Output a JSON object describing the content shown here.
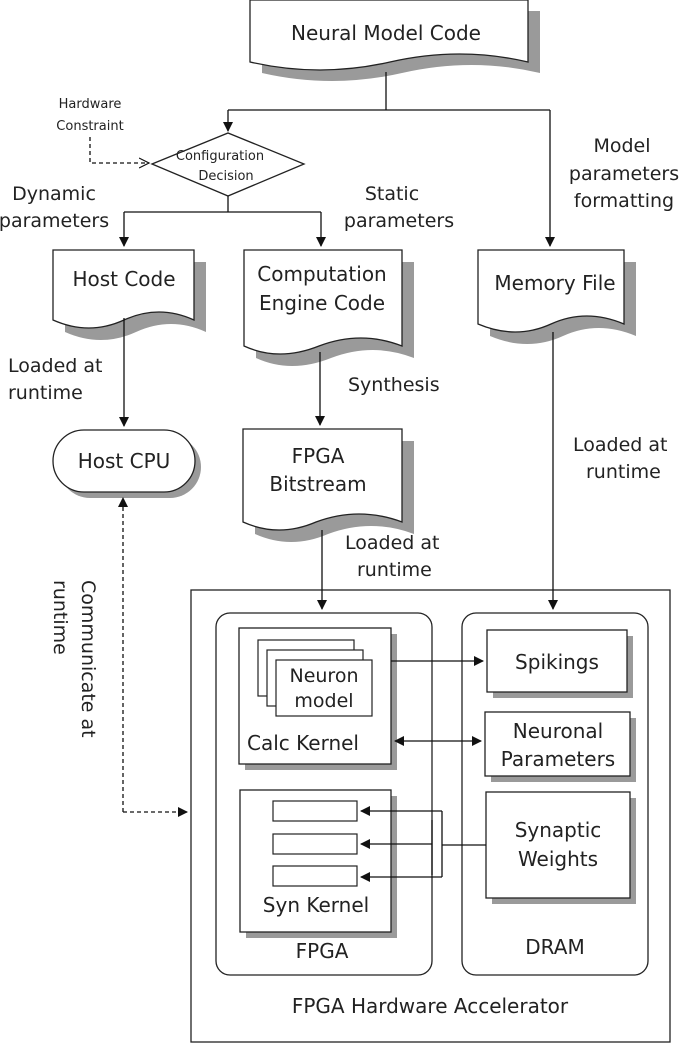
{
  "nodes": {
    "neural_model_code": "Neural Model Code",
    "hardware_constraint": [
      "Hardware",
      "Constraint"
    ],
    "configuration_decision": [
      "Configuration",
      "Decision"
    ],
    "host_code": "Host Code",
    "computation_engine_code": [
      "Computation",
      "Engine Code"
    ],
    "memory_file": "Memory File",
    "host_cpu": "Host CPU",
    "fpga_bitstream": [
      "FPGA",
      "Bitstream"
    ],
    "fpga_hardware_accelerator": "FPGA Hardware Accelerator",
    "fpga": "FPGA",
    "dram": "DRAM",
    "neuron_model": [
      "Neuron",
      "model"
    ],
    "calc_kernel": "Calc Kernel",
    "syn_kernel": "Syn Kernel",
    "spikings": "Spikings",
    "neuronal_parameters": [
      "Neuronal",
      "Parameters"
    ],
    "synaptic_weights": [
      "Synaptic",
      "Weights"
    ]
  },
  "edge_labels": {
    "dynamic_parameters": [
      "Dynamic",
      "parameters"
    ],
    "static_parameters": [
      "Static",
      "parameters"
    ],
    "model_parameters_formatting": [
      "Model",
      "parameters",
      "formatting"
    ],
    "host_loaded_at_runtime": [
      "Loaded at",
      "runtime"
    ],
    "synthesis": "Synthesis",
    "memory_loaded_at_runtime": [
      "Loaded at",
      "runtime"
    ],
    "bitstream_loaded_at_runtime": [
      "Loaded at",
      "runtime"
    ],
    "communicate_at_runtime": [
      "Communicate at",
      "runtime"
    ]
  }
}
